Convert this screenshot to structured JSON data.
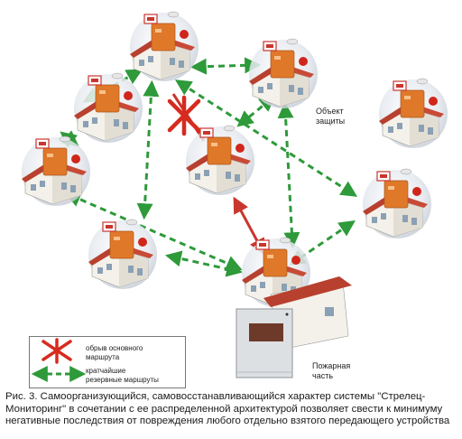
{
  "labels": {
    "object_line1": "Объект",
    "object_line2": "защиты",
    "fire_line1": "Пожарная",
    "fire_line2": "часть"
  },
  "legend": {
    "break_line1": "обрыв основного",
    "break_line2": "маршрута",
    "shortest_line1": "кратчайшие",
    "shortest_line2": "резервные маршруты"
  },
  "caption": {
    "line1": "Рис. 3. Самоорганизующийся, самовосстанавливающийся характер системы \"Стрелец-",
    "line2": "Мониторинг\" в сочетании с ее распределенной архитектурой позволяет свести к минимуму",
    "line3": "негативные последствия от повреждения любого отдельно взятого передающего устройства"
  },
  "colors": {
    "backup_route": "#2e9a3a",
    "main_route": "#c8362e",
    "break_mark": "#d62b1e",
    "device_orange": "#e0782a",
    "roof_red": "#b8402e",
    "wall": "#f4f1ea",
    "radio_sphere": "#dfe3ea"
  }
}
